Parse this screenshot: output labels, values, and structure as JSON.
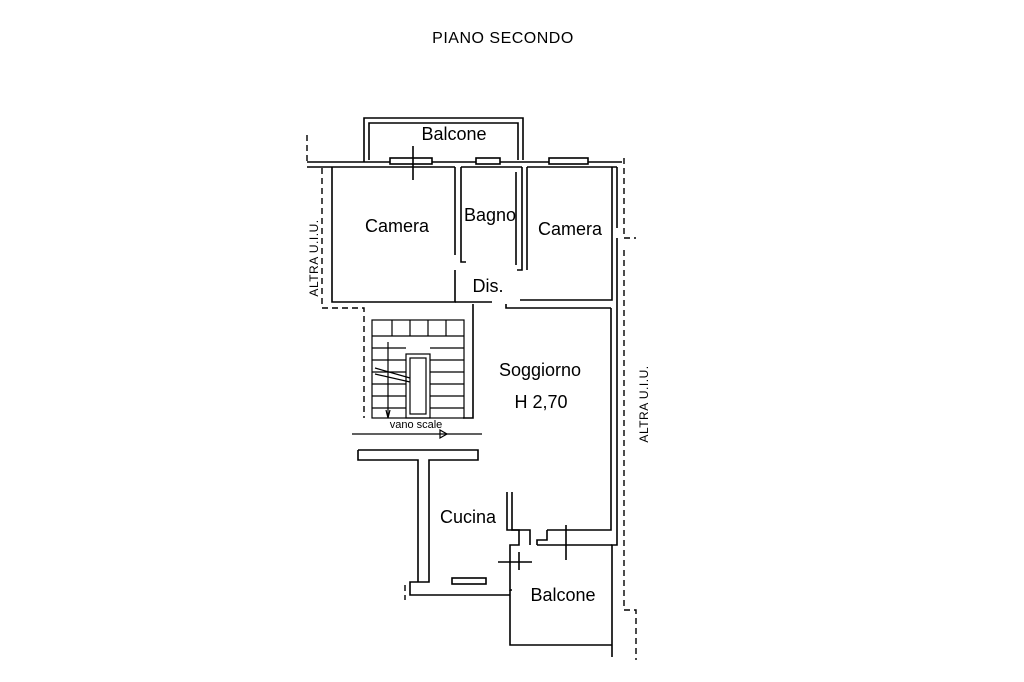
{
  "title": "PIANO SECONDO",
  "rooms": {
    "balcone_top": "Balcone",
    "camera_left": "Camera",
    "bagno": "Bagno",
    "camera_right": "Camera",
    "dis": "Dis.",
    "soggiorno": "Soggiorno",
    "soggiorno_height": "H 2,70",
    "vano_scale": "vano scale",
    "cucina": "Cucina",
    "balcone_bottom": "Balcone"
  },
  "adjacent_units": {
    "left": "ALTRA U.I.U.",
    "right": "ALTRA U.I.U."
  }
}
